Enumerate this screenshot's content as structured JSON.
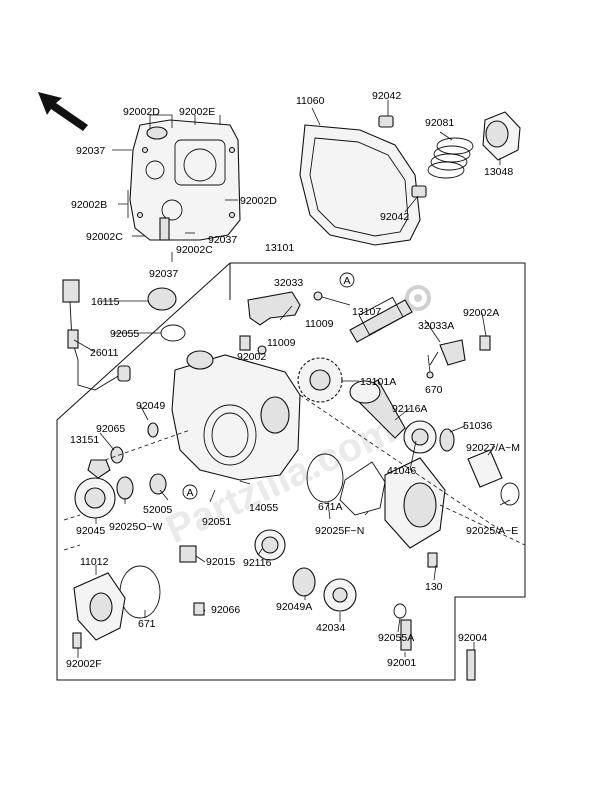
{
  "diagram": {
    "watermark": "Partzilla.com",
    "callout_marker": "A",
    "parts": {
      "p92002D_top": "92002D",
      "p92002E": "92002E",
      "p92037_top": "92037",
      "p92002B": "92002B",
      "p92002D_right": "92002D",
      "p92002C_left": "92002C",
      "p92037_right": "92037",
      "p92002C_bottom": "92002C",
      "p92037_bottom": "92037",
      "p11060": "11060",
      "p92042_top": "92042",
      "p92042_bottom": "92042",
      "p92081": "92081",
      "p13048": "13048",
      "p13101": "13101",
      "p32033": "32033",
      "p11009_a": "11009",
      "p13107": "13107",
      "p92002A": "92002A",
      "p16115": "16115",
      "p32033A": "32033A",
      "p92055": "92055",
      "p11009_b": "11009",
      "p26011": "26011",
      "p92002": "92002",
      "p13101A": "13101A",
      "p670": "670",
      "p92049": "92049",
      "p92116A": "92116A",
      "p51036": "51036",
      "p92065": "92065",
      "p13151": "13151",
      "p92027": "92027/A~M",
      "p41046": "41046",
      "p52005": "52005",
      "p14055": "14055",
      "p671A": "671A",
      "p92045": "92045",
      "p92025OW": "92025O~W",
      "p92051": "92051",
      "p92025FN": "92025F~N",
      "p92025AE": "92025/A~E",
      "p11012": "11012",
      "p92015": "92015",
      "p92116": "92116",
      "p130": "130",
      "p671": "671",
      "p92066": "92066",
      "p92049A": "92049A",
      "p42034": "42034",
      "p92055A": "92055A",
      "p92004": "92004",
      "p92001": "92001",
      "p92002F": "92002F"
    }
  }
}
